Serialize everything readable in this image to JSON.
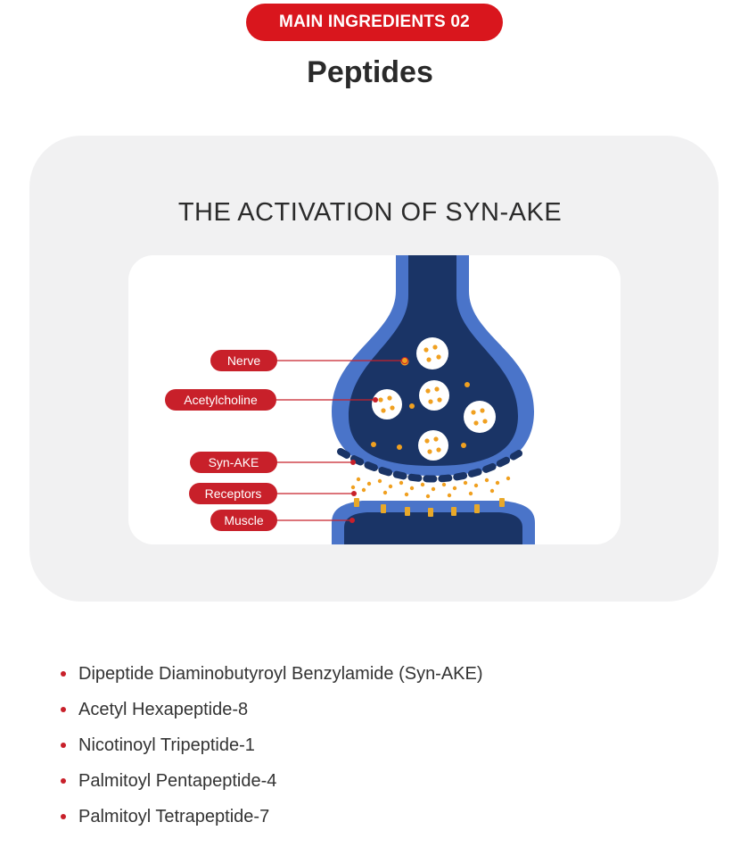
{
  "header": {
    "badge": "MAIN INGREDIENTS 02",
    "title": "Peptides"
  },
  "diagram": {
    "title": "THE ACTIVATION OF SYN-AKE",
    "labels": {
      "nerve": "Nerve",
      "acetylcholine": "Acetylcholine",
      "syn_ake": "Syn-AKE",
      "receptors": "Receptors",
      "muscle": "Muscle"
    },
    "colors": {
      "accent": "#c8202a",
      "nerve_blue": "#4a74c9",
      "deep_navy": "#1a3466",
      "vesicle_dot": "#f0a020"
    }
  },
  "ingredients": [
    "Dipeptide Diaminobutyroyl Benzylamide (Syn-AKE)",
    "Acetyl Hexapeptide-8",
    "Nicotinoyl Tripeptide-1",
    "Palmitoyl Pentapeptide-4",
    "Palmitoyl Tetrapeptide-7"
  ]
}
